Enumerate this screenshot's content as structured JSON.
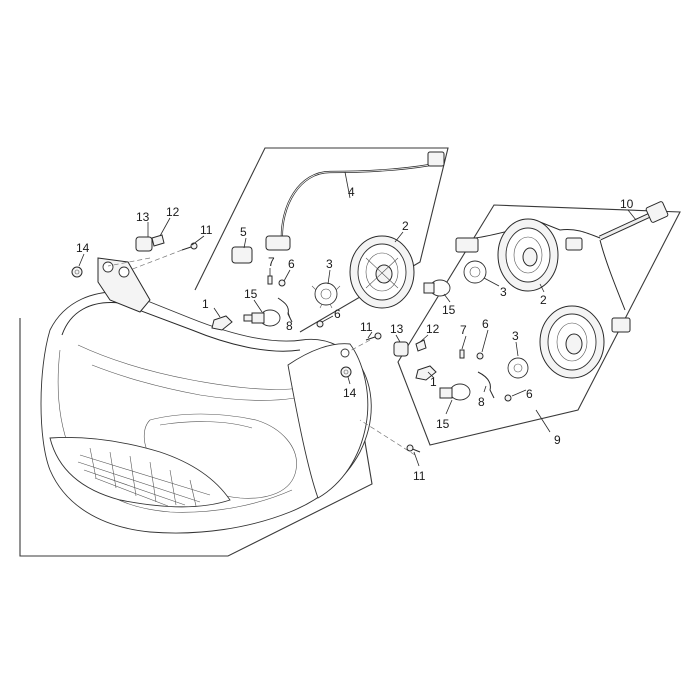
{
  "callouts": {
    "c1a": "1",
    "c1b": "1",
    "c2a": "2",
    "c2b": "2",
    "c3a": "3",
    "c3b": "3",
    "c3c": "3",
    "c4": "4",
    "c5": "5",
    "c6a": "6",
    "c6b": "6",
    "c6c": "6",
    "c6d": "6",
    "c7a": "7",
    "c7b": "7",
    "c8a": "8",
    "c8b": "8",
    "c9": "9",
    "c10": "10",
    "c11a": "11",
    "c11b": "11",
    "c11c": "11",
    "c12a": "12",
    "c12b": "12",
    "c13a": "13",
    "c13b": "13",
    "c14a": "14",
    "c14b": "14",
    "c15a": "15",
    "c15b": "15",
    "c15c": "15"
  }
}
